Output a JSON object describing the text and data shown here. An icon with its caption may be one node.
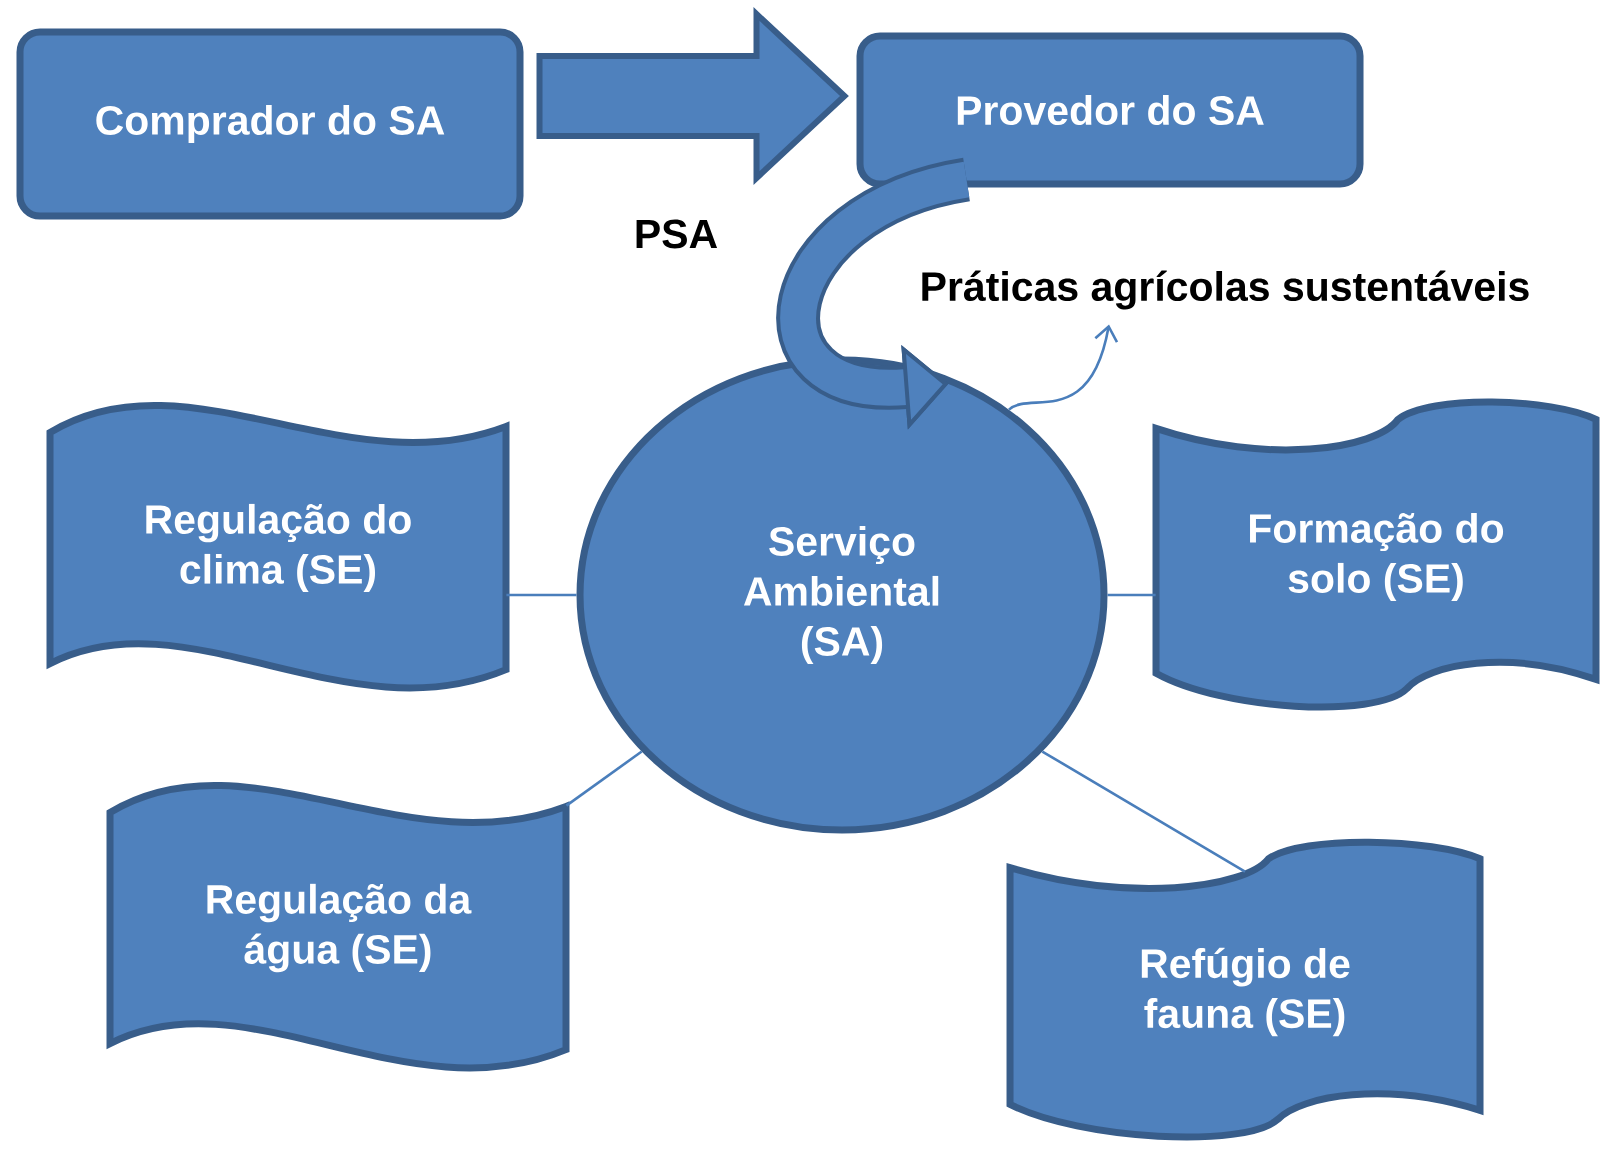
{
  "diagram": {
    "nodes": [
      {
        "text": [
          "Comprador do SA"
        ]
      },
      {
        "text": [
          "Provedor do SA"
        ]
      },
      {
        "text": [
          "Práticas agrícolas sustentáveis"
        ]
      },
      {
        "text": [
          "Serviço Ambiental (SA)"
        ]
      },
      {
        "text": [
          "Regulação do clima (SE)"
        ]
      },
      {
        "text": [
          "Formação do solo (SE)"
        ]
      },
      {
        "text": [
          "Regulação da água (SE)"
        ]
      },
      {
        "text": [
          "Refúgio de fauna (SE)"
        ]
      }
    ],
    "edges": [
      {
        "from": 0,
        "to": 1,
        "arrow": "to",
        "label": "PSA",
        "style": "thick"
      },
      {
        "from": 1,
        "to": 3,
        "arrow": "to",
        "style": "thick"
      },
      {
        "from": 3,
        "to": 2,
        "arrow": "to"
      },
      {
        "from": 3,
        "to": 4,
        "arrow": "none"
      },
      {
        "from": 3,
        "to": 5,
        "arrow": "none"
      },
      {
        "from": 3,
        "to": 6,
        "arrow": "none"
      },
      {
        "from": 3,
        "to": 7,
        "arrow": "none"
      }
    ]
  }
}
